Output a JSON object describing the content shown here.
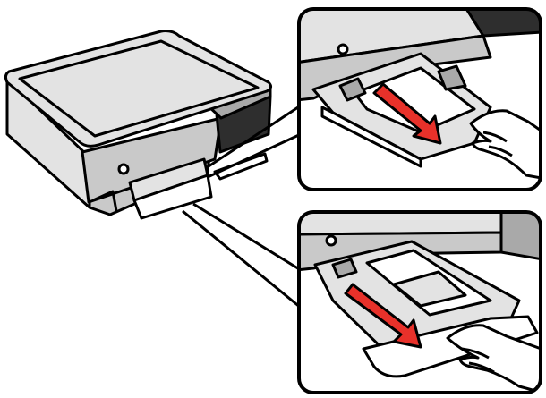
{
  "figure": {
    "subject": "printer-paper-cassette-removal",
    "icons": [
      "printer-icon",
      "paper-cassette-icon",
      "pull-arrow-icon",
      "hand-icon",
      "power-button-icon"
    ],
    "colors": {
      "outline": "#000000",
      "body_gray": "#c9c9c9",
      "light_gray": "#e3e3e3",
      "mid_gray": "#a9a9a9",
      "dark_panel": "#2e2e2e",
      "paper_white": "#ffffff",
      "callout_gray": "#d8d8d8",
      "arrow_red": "#e8312a"
    },
    "panels": [
      {
        "name": "callout-top",
        "step": "pull-out-cassette"
      },
      {
        "name": "callout-bottom",
        "step": "remove-cassette"
      }
    ]
  }
}
